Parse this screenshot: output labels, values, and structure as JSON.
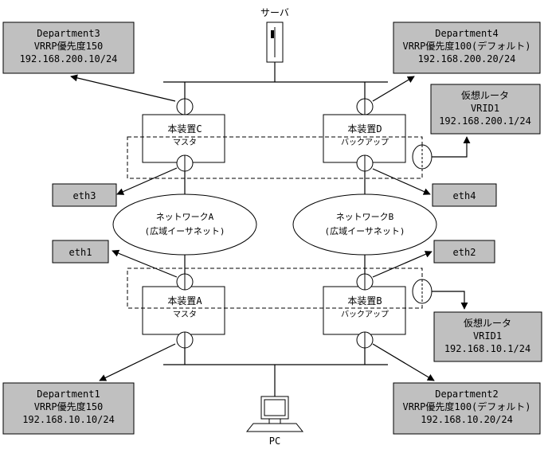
{
  "server": {
    "label": "サーバ"
  },
  "pc": {
    "label": "PC"
  },
  "devices": {
    "c": {
      "name": "本装置C",
      "role": "マスタ"
    },
    "d": {
      "name": "本装置D",
      "role": "バックアップ"
    },
    "a": {
      "name": "本装置A",
      "role": "マスタ"
    },
    "b": {
      "name": "本装置B",
      "role": "バックアップ"
    }
  },
  "departments": {
    "dept3": {
      "line1": "Department3",
      "line2": "VRRP優先度150",
      "line3": "192.168.200.10/24"
    },
    "dept4": {
      "line1": "Department4",
      "line2": "VRRP優先度100(デフォルト)",
      "line3": "192.168.200.20/24"
    },
    "dept1": {
      "line1": "Department1",
      "line2": "VRRP優先度150",
      "line3": "192.168.10.10/24"
    },
    "dept2": {
      "line1": "Department2",
      "line2": "VRRP優先度100(デフォルト)",
      "line3": "192.168.10.20/24"
    }
  },
  "virtual_routers": {
    "upper": {
      "line1": "仮想ルータ",
      "line2": "VRID1",
      "line3": "192.168.200.1/24"
    },
    "lower": {
      "line1": "仮想ルータ",
      "line2": "VRID1",
      "line3": "192.168.10.1/24"
    }
  },
  "networks": {
    "a": {
      "line1": "ネットワークA",
      "line2": "(広域イーサネット)"
    },
    "b": {
      "line1": "ネットワークB",
      "line2": "(広域イーサネット)"
    }
  },
  "interfaces": {
    "eth1": "eth1",
    "eth2": "eth2",
    "eth3": "eth3",
    "eth4": "eth4"
  }
}
